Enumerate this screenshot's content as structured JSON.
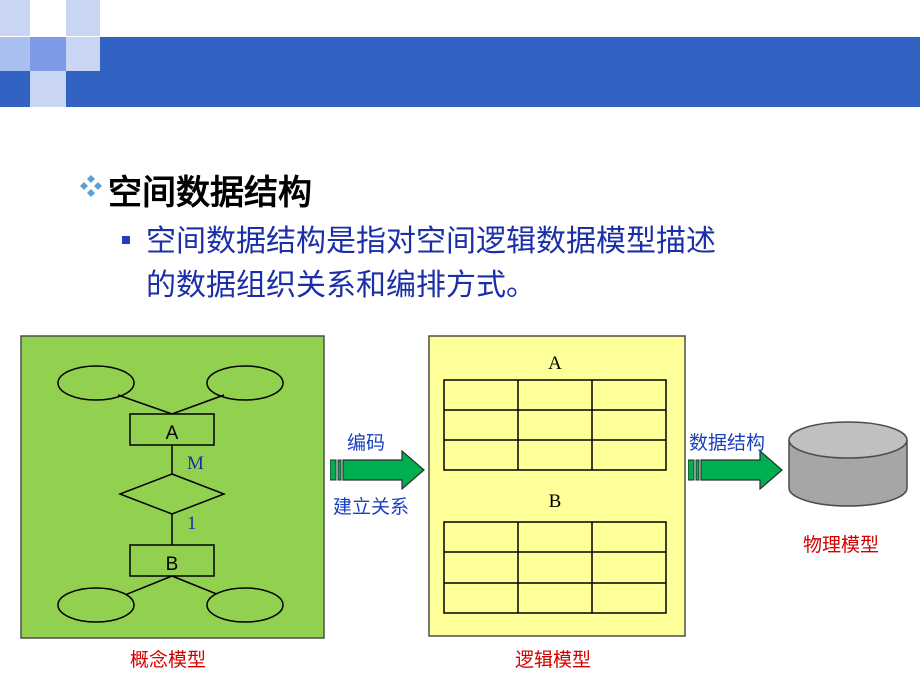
{
  "heading": "空间数据结构",
  "paragraph": {
    "line1": "空间数据结构是指对空间逻辑数据模型描述",
    "line2": "的数据组织关系和编排方式。"
  },
  "conceptual": {
    "caption": "概念模型",
    "entity_a": "A",
    "entity_b": "B",
    "label_m": "M",
    "label_1": "1"
  },
  "logical": {
    "caption": "逻辑模型",
    "table_a_title": "A",
    "table_b_title": "B"
  },
  "physical": {
    "caption": "物理模型"
  },
  "arrows": {
    "encode": "编码",
    "build_relation": "建立关系",
    "data_structure": "数据结构"
  },
  "colors": {
    "band": "#3263c4",
    "conceptual_bg": "#92d050",
    "logical_bg": "#ffff99",
    "arrow": "#00b050",
    "caption": "#d40000",
    "text_blue": "#1a2fa8",
    "cylinder": "#a6a6a6"
  }
}
